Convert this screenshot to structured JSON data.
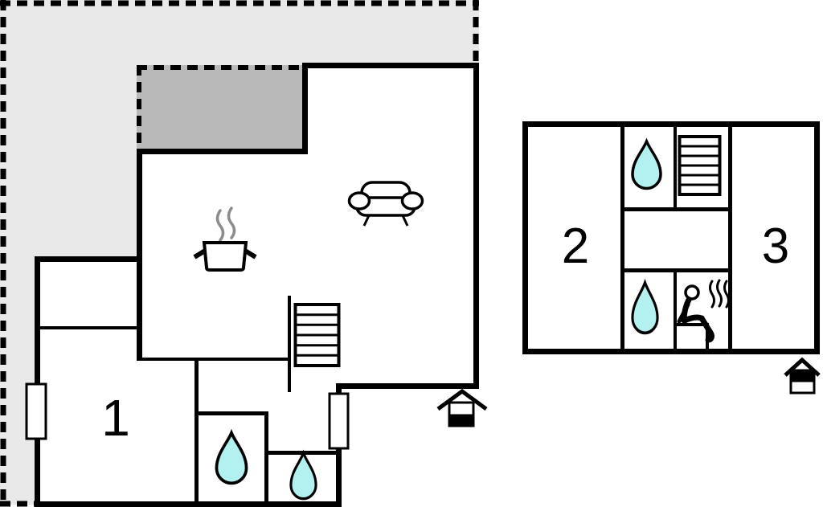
{
  "diagram": {
    "type": "floor-plan",
    "floors": [
      {
        "name": "ground-floor",
        "rooms": [
          {
            "label": "1"
          }
        ],
        "features": [
          "terrace-dashed-outline",
          "covered-terrace",
          "sofa-icon",
          "stove-pot-icon",
          "stairs-icon",
          "railing",
          "window",
          "window",
          "water-drop-icon",
          "water-drop-icon",
          "entrance-house-icon"
        ]
      },
      {
        "name": "upper-floor",
        "rooms": [
          {
            "label": "2"
          },
          {
            "label": "3"
          }
        ],
        "features": [
          "water-drop-icon",
          "stairs-icon",
          "water-drop-icon",
          "sauna-icon",
          "entrance-house-icon"
        ]
      }
    ]
  },
  "colors": {
    "wall": "#000000",
    "terrace_light": "#e9e9e9",
    "terrace_dark": "#b9b9b9",
    "water_drop": "#b3f1f1",
    "steam": "#8c8c8c",
    "background": "#ffffff"
  }
}
